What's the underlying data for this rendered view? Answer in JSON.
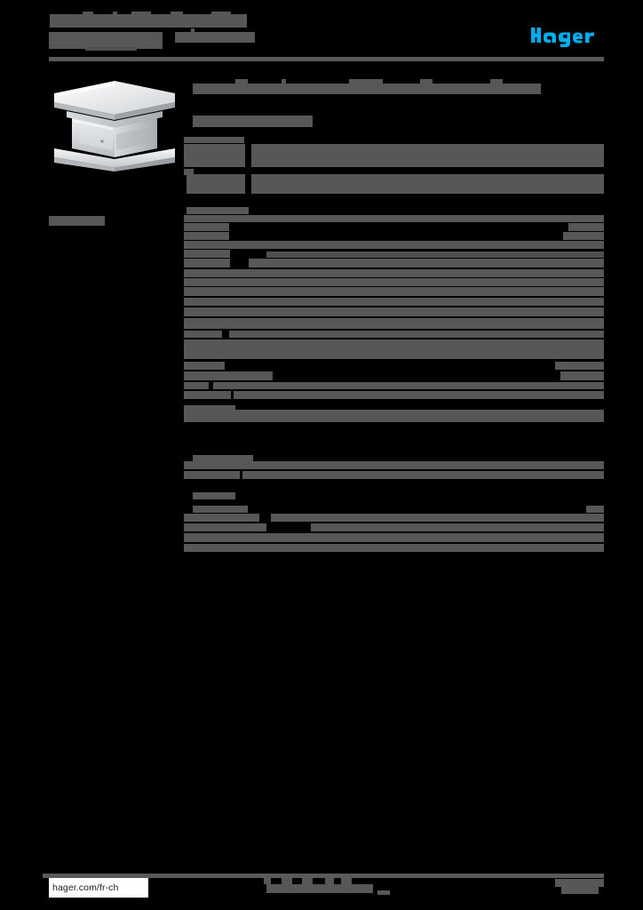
{
  "document": {
    "kind": "product-datasheet",
    "brand": "hager",
    "logo_color": "#00AEEF",
    "page_background": "#000000",
    "redaction_color": "#575757",
    "title_redacted": true,
    "language_hint": "fr-ch"
  },
  "header": {
    "title_line1": "",
    "title_line2": "",
    "subtitle_right": "",
    "logo_alt": "hager",
    "rule": true
  },
  "product": {
    "image_alt": "white plastic trunking corner piece",
    "caption": ""
  },
  "main": {
    "heading": "",
    "subheading": "",
    "sections": [
      {
        "label": "",
        "rows": [
          {
            "name": "",
            "value": ""
          },
          {
            "name": "",
            "value": ""
          },
          {
            "name": "",
            "value": ""
          }
        ]
      },
      {
        "label": "",
        "rows": [
          {
            "name": "",
            "value": ""
          },
          {
            "name": "",
            "value": ""
          },
          {
            "name": "",
            "value": ""
          },
          {
            "name": "",
            "value": ""
          },
          {
            "name": "",
            "value": ""
          },
          {
            "name": "",
            "value": ""
          },
          {
            "name": "",
            "value": ""
          },
          {
            "name": "",
            "value": ""
          },
          {
            "name": "",
            "value": ""
          },
          {
            "name": "",
            "value": ""
          },
          {
            "name": "",
            "value": ""
          },
          {
            "name": "",
            "value": ""
          }
        ]
      },
      {
        "label": "",
        "rows": [
          {
            "name": "",
            "value": ""
          },
          {
            "name": "",
            "value": ""
          }
        ]
      },
      {
        "label": "",
        "rows": [
          {
            "name": "",
            "value": ""
          },
          {
            "name": "",
            "value": ""
          },
          {
            "name": "",
            "value": ""
          }
        ]
      }
    ]
  },
  "sidebar": {
    "label": ""
  },
  "footer": {
    "url": "hager.com/fr-ch",
    "center_text": "",
    "right_text": "",
    "rule": true
  }
}
